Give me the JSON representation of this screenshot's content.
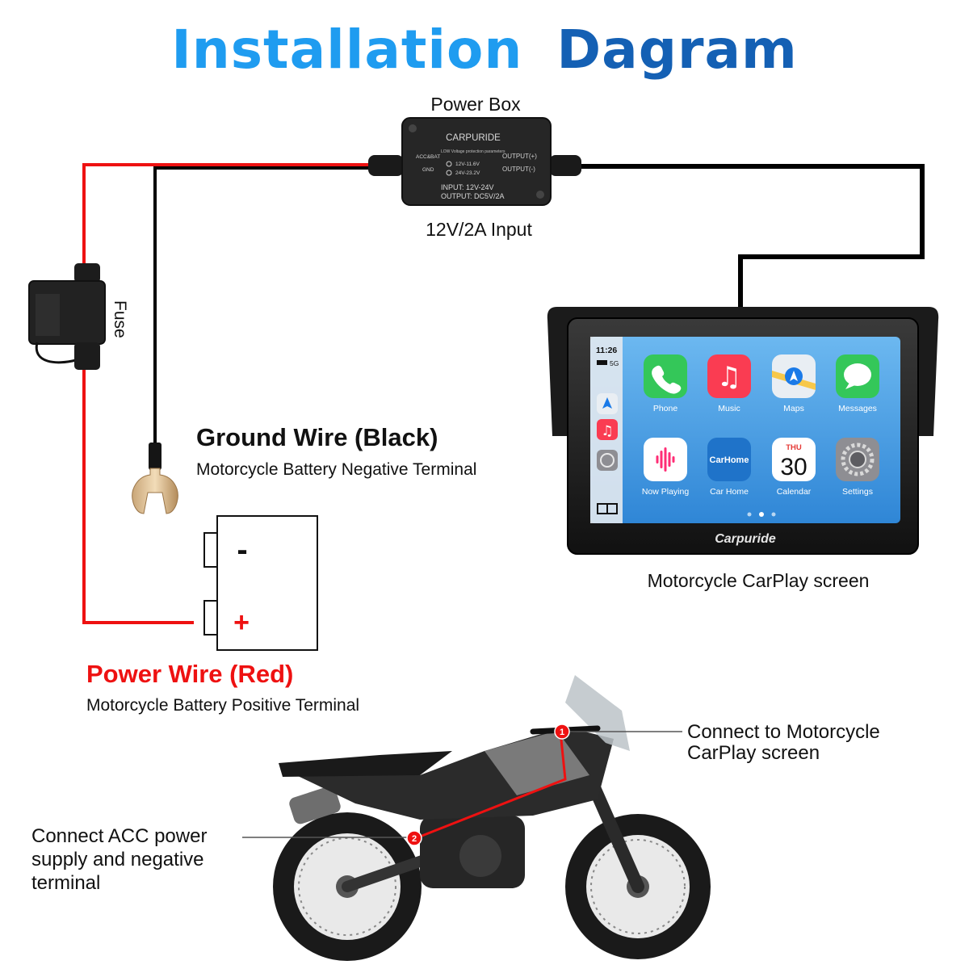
{
  "title": {
    "word1": "Installation",
    "word2": "Dagram"
  },
  "power_box": {
    "label": "Power Box",
    "brand": "CARPURIDE",
    "row_left_1": "ACC&BAT",
    "row_left_2": "GND",
    "warn_title": "LOW Voltage protection parameters",
    "option_1": "12V-11.6V",
    "option_2": "24V-23.2V",
    "out_pos": "OUTPUT(+)",
    "out_neg": "OUTPUT(-)",
    "input_spec": "INPUT: 12V-24V",
    "output_spec": "OUTPUT: DC5V/2A",
    "input_caption": "12V/2A  Input"
  },
  "fuse": {
    "label": "Fuse"
  },
  "ground": {
    "title": "Ground Wire (Black)",
    "subtitle": "Motorcycle Battery Negative Terminal"
  },
  "battery": {
    "minus": "-",
    "plus": "+"
  },
  "power_wire": {
    "title": "Power Wire (Red)",
    "subtitle": "Motorcycle Battery Positive Terminal"
  },
  "screen": {
    "caption": "Motorcycle CarPlay screen",
    "brand": "Carpuride",
    "time": "11:26",
    "network": "5G",
    "apps": [
      {
        "label": "Phone",
        "color": "#34c759"
      },
      {
        "label": "Music",
        "color": "#fa3c52"
      },
      {
        "label": "Maps",
        "color": "#e9eef3"
      },
      {
        "label": "Messages",
        "color": "#34c759"
      },
      {
        "label": "Now Playing",
        "color": "#ffffff"
      },
      {
        "label": "Car Home",
        "color": "#1f73c9",
        "icon_text": "CarHome"
      },
      {
        "label": "Calendar",
        "color": "#ffffff",
        "day": "THU",
        "date": "30"
      },
      {
        "label": "Settings",
        "color": "#8e8e93"
      }
    ]
  },
  "motorcycle": {
    "marker_1": "1",
    "marker_2": "2",
    "callout_1_line1": "Connect to Motorcycle",
    "callout_1_line2": "CarPlay screen",
    "callout_2_line1": "Connect ACC power",
    "callout_2_line2": "supply and negative",
    "callout_2_line3": "terminal"
  },
  "colors": {
    "title_light": "#1f9cf0",
    "title_dark": "#1460b4",
    "red_wire": "#ee1111",
    "black_wire": "#000000",
    "screen_bg": "#4aa3ea"
  }
}
